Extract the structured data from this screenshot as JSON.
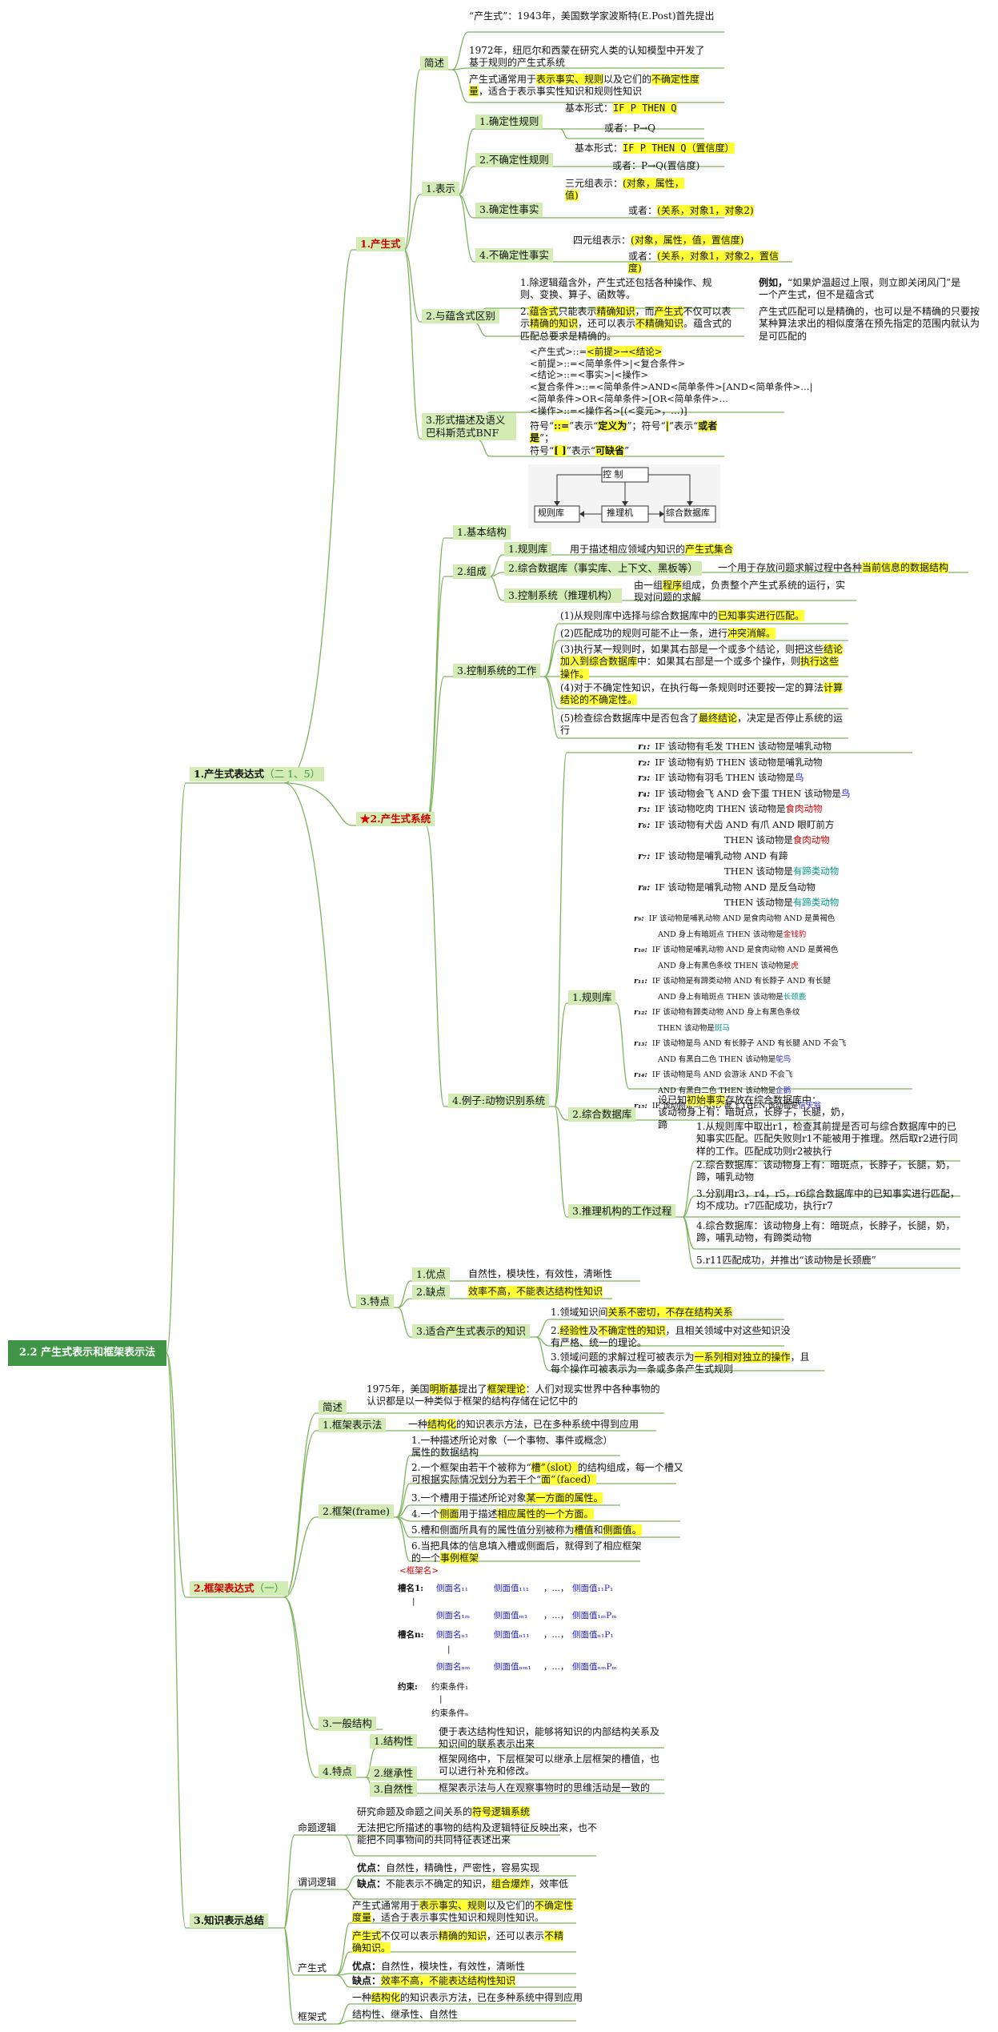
{
  "root": "2.2 产生式表示和框架表示法",
  "s1": {
    "title": "1.产生式表达式",
    "title_suffix": "（二 1、5）",
    "a": {
      "label": "1.产生式",
      "jianshu": {
        "label": "简述",
        "l1": "“产生式”：1943年，美国数学家波斯特(E.Post)首先提出",
        "l2": "1972年，纽厄尔和西蒙在研究人类的认知模型中开发了基于规则的产生式系统",
        "l3a": "产生式通常用于",
        "l3b": "表示事实、规则",
        "l3c": "以及它们的",
        "l3d": "不确定性度量",
        "l3e": "，适合于表示事实性知识和规则性知识"
      },
      "biaoshi": {
        "label": "1.表示",
        "r1": {
          "label": "1.确定性规则",
          "b1": "基本形式：",
          "b1h": "IF P THEN Q",
          "b2": "或者：P→Q"
        },
        "r2": {
          "label": "2.不确定性规则",
          "b1": "基本形式：",
          "b1h": "IF P THEN Q（置信度）",
          "b2": "或者：P→Q(置信度)"
        },
        "r3": {
          "label": "3.确定性事实",
          "b1": "三元组表示：",
          "b1h": "(对象，属性，值)",
          "b2": "或者：",
          "b2h": "(关系，对象1，对象2)"
        },
        "r4": {
          "label": "4.不确定性事实",
          "b1": "四元组表示：",
          "b1h": "(对象，属性，值，置信度)",
          "b2": "或者：",
          "b2h": "(关系，对象1，对象2，置信度)"
        }
      },
      "yunhan": {
        "label": "2.与蕴含式区别",
        "p1": "1.除逻辑蕴含外，产生式还包括各种操作、规则、变换、算子、函数等。",
        "p1r_b": "例如，",
        "p1r": "“如果炉温超过上限，则立即关闭风门”是一个产生式，但不是蕴含式",
        "p2a": "2.",
        "p2b": "蕴含式",
        "p2c": "只能表示",
        "p2d": "精确知识",
        "p2e": "，而",
        "p2f": "产生式",
        "p2g": "不仅可以表示",
        "p2h": "精确的知识",
        "p2i": "，还可以表示",
        "p2j": "不精确知识",
        "p2k": "。蕴含式的匹配总要求是精确的。",
        "p2r": "产生式匹配可以是精确的，也可以是不精确的只要按某种算法求出的相似度落在预先指定的范围内就认为是可匹配的"
      },
      "bnf": {
        "label": "3.形式描述及语义巴科斯范式BNF",
        "b1a": "<产生式>::=",
        "b1b": "<前提>→<结论>",
        "b2": "<前提>::=<简单条件>|<复合条件>",
        "b3": "<结论>::=<事实>|<操作>",
        "b4": "<复合条件>::=<简单条件>AND<简单条件>[AND<简单条件>…|<简单条件>OR<简单条件>[OR<简单条件>…",
        "b5": "<操作>::=<操作名>[(<变元>，…)]",
        "s1a": "符号“",
        "s1b": "::=",
        "s1c": "”表示“",
        "s1d": "定义为",
        "s1e": "”；符号“",
        "s1f": "|",
        "s1g": "”表示“",
        "s1h": "或者是",
        "s1i": "”；",
        "s2a": "符号“",
        "s2b": "[ ]",
        "s2c": "”表示“",
        "s2d": "可缺省",
        "s2e": "”"
      }
    },
    "b": {
      "label": "2.产生式系统",
      "diagram": {
        "control": "控  制",
        "rules": "规则库",
        "infer": "推理机",
        "db": "综合数据库"
      },
      "jiben": "1.基本结构",
      "zucheng": {
        "label": "2.组成",
        "c1": "1.规则库",
        "c1d": "用于描述相应领域内知识的",
        "c1h": "产生式集合",
        "c2": "2.综合数据库（事实库、上下文、黑板等）",
        "c2d": "一个用于存放问题求解过程中各种",
        "c2h": "当前信息的数据结构",
        "c3": "3.控制系统（推理机构）",
        "c3d1": "由一组",
        "c3h": "程序",
        "c3d2": "组成，负责整个产生式系统的运行，实现对问题的求解"
      },
      "kongzhi": {
        "label": "3.控制系统的工作",
        "k1a": "(1)从规则库中选择与综合数据库中的",
        "k1h": "已知事实进行匹配。",
        "k2a": "(2)匹配成功的规则可能不止一条，进行",
        "k2h": "冲突消解。",
        "k3a": "(3)执行某一规则时，如果其右部是一个或多个结论，则把这些",
        "k3h": "结论加入到综合数据库",
        "k3b": "中：如果其右部是一个或多个操作，则",
        "k3h2": "执行这些操作。",
        "k4a": "(4)对于不确定性知识，在执行每一条规则时还要按一定的算法",
        "k4h": "计算结论的不确定性。",
        "k5a": "(5)检查综合数据库中是否包含了",
        "k5h": "最终结论",
        "k5b": "，决定是否停止系统的运行"
      },
      "rules_big": [
        {
          "id": "r₁:",
          "t": "IF  该动物有毛发    THEN  该动物是哺乳动物",
          "h": ""
        },
        {
          "id": "r₂:",
          "t": "IF  该动物有奶     THEN  该动物是哺乳动物",
          "h": ""
        },
        {
          "id": "r₃:",
          "t": "IF  该动物有羽毛    THEN  该动物是",
          "h": "鸟",
          "c": "blue"
        },
        {
          "id": "r₄:",
          "t": "IF  该动物会飞  AND  会下蛋  THEN  该动物是",
          "h": "鸟",
          "c": "blue"
        },
        {
          "id": "r₅:",
          "t": "IF  该动物吃肉    THEN  该动物是",
          "h": "食肉动物",
          "c": "red"
        },
        {
          "id": "r₆:",
          "t": "IF  该动物有犬齿  AND  有爪  AND  眼盯前方",
          "h": ""
        },
        {
          "id": "",
          "t": "THEN  该动物是",
          "h": "食肉动物",
          "c": "red"
        },
        {
          "id": "r₇:",
          "t": "IF  该动物是哺乳动物  AND  有蹄",
          "h": ""
        },
        {
          "id": "",
          "t": "THEN  该动物是",
          "h": "有蹄类动物",
          "c": "teal"
        },
        {
          "id": "r₈:",
          "t": "IF  该动物是哺乳动物  AND  是反刍动物",
          "h": ""
        },
        {
          "id": "",
          "t": "THEN  该动物是",
          "h": "有蹄类动物",
          "c": "teal"
        }
      ],
      "example": {
        "label": "4.例子:动物识别系统",
        "guize": "1.规则库",
        "rules_small": [
          {
            "id": "r₉:",
            "t": "IF  该动物是哺乳动物  AND  是食肉动物 AND  是黄褐色",
            "h": ""
          },
          {
            "id": "",
            "t": "AND  身上有暗斑点     THEN  该动物是",
            "h": "金钱豹",
            "c": "red"
          },
          {
            "id": "r₁₀:",
            "t": "IF  该动物是哺乳动物  AND  是食肉动物  AND  是黄褐色",
            "h": ""
          },
          {
            "id": "",
            "t": "AND  身上有黑色条纹    THEN  该动物是",
            "h": "虎",
            "c": "red"
          },
          {
            "id": "r₁₁:",
            "t": "IF  该动物是有蹄类动物  AND  有长脖子  AND  有长腿",
            "h": ""
          },
          {
            "id": "",
            "t": "AND  身上有暗斑点    THEN  该动物是",
            "h": "长颈鹿",
            "c": "teal"
          },
          {
            "id": "r₁₂:",
            "t": "IF  该动物有蹄类动物  AND  身上有黑色条纹",
            "h": ""
          },
          {
            "id": "",
            "t": "THEN  该动物是",
            "h": "斑马",
            "c": "teal"
          },
          {
            "id": "r₁₃:",
            "t": "IF  该动物是鸟  AND  有长脖子  AND  有长腿  AND  不会飞",
            "h": ""
          },
          {
            "id": "",
            "t": "AND  有黑白二色      THEN  该动物是",
            "h": "鸵鸟",
            "c": "blue"
          },
          {
            "id": "r₁₄:",
            "t": "IF  该动物是鸟  AND  会游泳  AND  不会飞",
            "h": ""
          },
          {
            "id": "",
            "t": "AND  有黑白二色      THEN  该动物是",
            "h": "企鹅",
            "c": "blue"
          },
          {
            "id": "r₁₅:",
            "t": "IF  该动物是鸟  AND  善飞    THEN  该动物是",
            "h": "信天翁",
            "c": "blue"
          }
        ],
        "zonghe": "2.综合数据库",
        "z1a": "设已知",
        "z1h": "初始事实",
        "z1b": "存放在综合数据库中：",
        "z2": "该动物身上有：暗斑点，长脖子，长腿，奶，蹄",
        "tuili": "3.推理机构的工作过程",
        "t1": "1.从规则库中取出r1，检查其前提是否可与综合数据库中的已知事实匹配。匹配失败则r1不能被用于推理。然后取r2进行同样的工作。匹配成功则r2被执行",
        "t2": "2.综合数据库：该动物身上有：暗斑点，长脖子，长腿，奶，蹄，哺乳动物",
        "t3": "3.分别用r3，r4，r5，r6综合数据库中的已知事实进行匹配，均不成功。r7匹配成功，执行r7",
        "t4": "4.综合数据库：该动物身上有：暗斑点，长脖子，长腿，奶，蹄，哺乳动物，有蹄类动物",
        "t5": "5.r11匹配成功，并推出“该动物是长颈鹿”"
      }
    },
    "c": {
      "label": "3.特点",
      "you": "1.优点",
      "you_t": "自然性，模块性，有效性，清晰性",
      "que": "2.缺点",
      "que_t": "效率不高，不能表达结构性知识",
      "shiyi": "3.适合产生式表示的知识",
      "q1a": "1.领域知识间",
      "q1h": "关系不密切，不存在结构关系",
      "q2a": "2.",
      "q2h1": "经验性",
      "q2b": "及",
      "q2h2": "不确定性的知识",
      "q2c": "，且相关领域中对这些知识没有严格、统一的理论。",
      "q3a": "3.领域问题的求解过程可被表示为",
      "q3h": "一系列相对独立的操作",
      "q3b": "，且每个操作可被表示为一条或多条产生式规则"
    }
  },
  "s2": {
    "title": "2.框架表达式",
    "title_suffix": "（一）",
    "jianshu": "简述",
    "j1a": "1975年，美国",
    "j1h1": "明斯基",
    "j1b": "提出了",
    "j1h2": "框架理论",
    "j1c": "：人们对现实世界中各种事物的认识都是以一种类似于框架的结构存储在记忆中的",
    "bf": {
      "label": "1.框架表示法",
      "a": "一种",
      "h": "结构化",
      "b": "的知识表示方法，已在多种系统中得到应用"
    },
    "kj": {
      "label": "2.框架(frame)",
      "f1": "1.一种描述所论对象（一个事物、事件或概念）属性的数据结构",
      "f2a": "2.一个框架由若干个被称为“",
      "f2h1": "槽”（slot）",
      "f2b": "的结构组成，每一个槽又可根据实际情况划分为若干个“",
      "f2h2": "面”（faced）",
      "f3a": "3.一个槽用于描述所论对象",
      "f3h": "某一方面的属性。",
      "f4a": "4.一个",
      "f4h1": "侧面",
      "f4b": "用于描述",
      "f4h2": "相应属性的一个方面。",
      "f5a": "5.槽和侧面所具有的属性值分别被称为",
      "f5h1": "槽值",
      "f5b": "和",
      "f5h2": "侧面值。",
      "f6a": "6.当把具体的信息填入槽或侧面后，就得到了相应框架的一个",
      "f6h": "事例框架"
    },
    "general": {
      "label": "3.一般结构",
      "fname": "<框架名>",
      "slot1": "槽名1:",
      "slotn": "槽名n:",
      "yueshu": "约束:",
      "s11": "侧面名₁₁",
      "v111": "侧面值₁₁₁",
      "v11p": "侧面值₁₁P₁",
      "s1m": "侧面名₁ₘ",
      "v1m1": "侧面值ₘ₁",
      "v1mp": "侧面值₁ₘPₘ",
      "sn1": "侧面名ₙ₁",
      "vn11": "侧面值ₙ₁₁",
      "vn1p": "侧面值ₙ₁P₁",
      "snm": "侧面名ₙₘ",
      "vnm1": "侧面值ₙₘ₁",
      "vnmp": "侧面值ₙₘPₘ",
      "c1": "约束条件₁",
      "cn": "约束条件ₙ",
      "dots": "，…，",
      "bar": "|"
    },
    "tedian": {
      "label": "4.特点",
      "a": "1.结构性",
      "at": "便于表达结构性知识，能够将知识的内部结构关系及知识间的联系表示出来",
      "b": "2.继承性",
      "bt": "框架网络中，下层框架可以继承上层框架的槽值，也可以进行补充和修改。",
      "c": "3.自然性",
      "ct": "框架表示法与人在观察事物时的思维活动是一致的"
    }
  },
  "s3": {
    "title": "3.知识表示总结",
    "mt": {
      "label": "命题逻辑",
      "a": "研究命题及命题之间关系的",
      "h": "符号逻辑系统",
      "b": "无法把它所描述的事物的结构及逻辑特征反映出来，也不能把不同事物间的共同特征表述出来"
    },
    "wc": {
      "label": "谓词逻辑",
      "ya": "优点：",
      "yt": "自然性，精确性，严密性，容易实现",
      "qa": "缺点：",
      "qt": "不能表示不确定的知识，",
      "qh": "组合爆炸",
      "qt2": "，效率低"
    },
    "cs": {
      "label": "产生式",
      "a1": "产生式通常用于",
      "a1h": "表示事实、规则",
      "a1b": "以及它们的",
      "a1h2": "不确定性度量",
      "a1c": "，适合于表示事实性知识和规则性知识。",
      "a2h": "产生式",
      "a2a": "不仅可以表示",
      "a2h2": "精确的知识",
      "a2b": "，还可以表示",
      "a2h3": "不精确知识。",
      "ya": "优点：",
      "yt": "自然性，模块性，有效性，清晰性",
      "qa": "缺点：",
      "qh": "效率不高，不能表达结构性知识"
    },
    "kj": {
      "label": "框架式",
      "a": "一种",
      "h": "结构化",
      "b": "的知识表示方法，已在多种系统中得到应用",
      "c": "结构性、继承性、自然性"
    }
  }
}
